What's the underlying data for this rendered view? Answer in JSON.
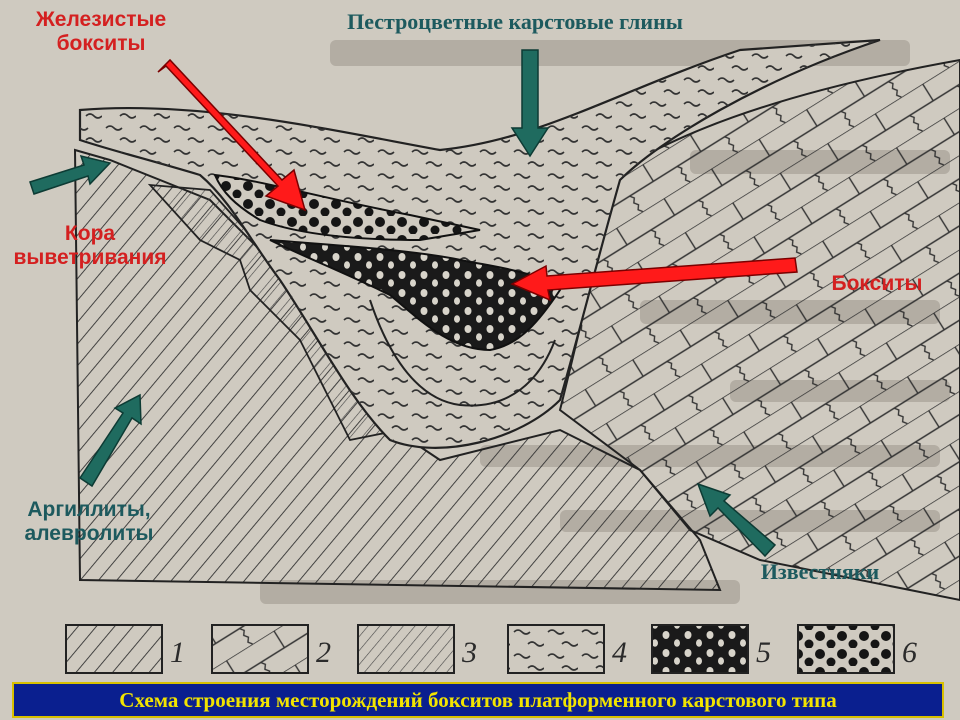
{
  "labels": {
    "ferrous_bauxite": [
      "Железистые",
      "бокситы"
    ],
    "karst_clays": "Пестроцветные карстовые глины",
    "weathering_crust": [
      "Кора",
      "выветривания"
    ],
    "bauxite": "Бокситы",
    "argillites": [
      "Аргиллиты,",
      "алевролиты"
    ],
    "limestones": "Известняки"
  },
  "legend": [
    "1",
    "2",
    "3",
    "4",
    "5",
    "6"
  ],
  "caption": "Схема строения месторождений бокситов платформенного карстового типа",
  "colors": {
    "label_red": "#d42020",
    "label_teal": "#1d5a5e",
    "arrow_red": "#ff1a1a",
    "arrow_teal": "#1f6b5f",
    "caption_bg": "#0a1f8f",
    "caption_text": "#f2e400"
  }
}
